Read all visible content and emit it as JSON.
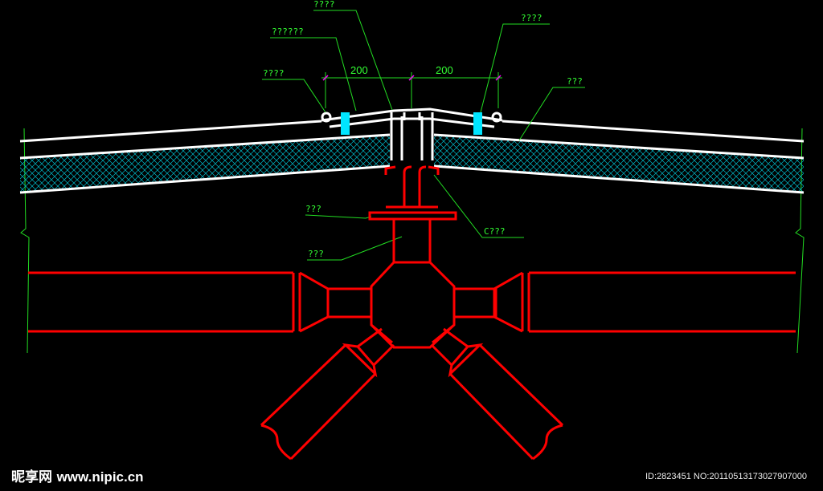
{
  "labels": {
    "top_center": "????",
    "top_left_long": "??????",
    "left": "????",
    "top_right": "????",
    "right": "???",
    "purlin_left": "???",
    "tube_left": "???",
    "c_purlin": "C???"
  },
  "dimensions": {
    "left": "200",
    "right": "200"
  },
  "watermark": {
    "brand": "昵享网",
    "site": "www.nipic.cn"
  },
  "image_id": "ID:2823451 NO:20110513173027907000",
  "colors": {
    "structure": "#ff0000",
    "panel": "#ffffff",
    "leader": "#22dd22",
    "seal": "#00e5ff",
    "tick": "#ff00ff"
  }
}
